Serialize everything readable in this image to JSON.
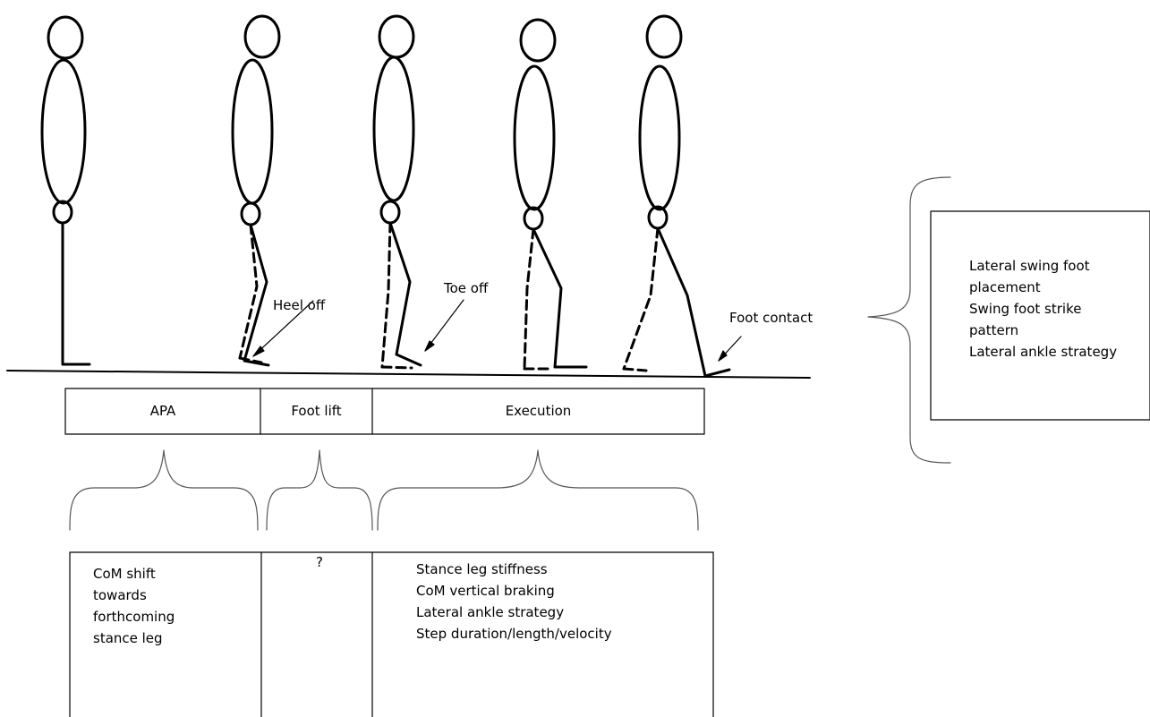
{
  "annotations": {
    "heel_off": "Heel off",
    "toe_off": "Toe off",
    "foot_contact": "Foot contact"
  },
  "phases": {
    "apa": "APA",
    "foot_lift": "Foot lift",
    "execution": "Execution"
  },
  "descriptions": {
    "apa": [
      "CoM shift",
      "towards",
      "forthcoming",
      "stance leg"
    ],
    "foot_lift": [
      "?"
    ],
    "execution": [
      "Stance leg stiffness",
      "CoM vertical braking",
      "Lateral ankle strategy",
      "Step duration/length/velocity"
    ],
    "foot_contact": [
      "Lateral swing foot",
      "placement",
      "Swing foot strike",
      "pattern",
      "Lateral ankle strategy"
    ]
  }
}
